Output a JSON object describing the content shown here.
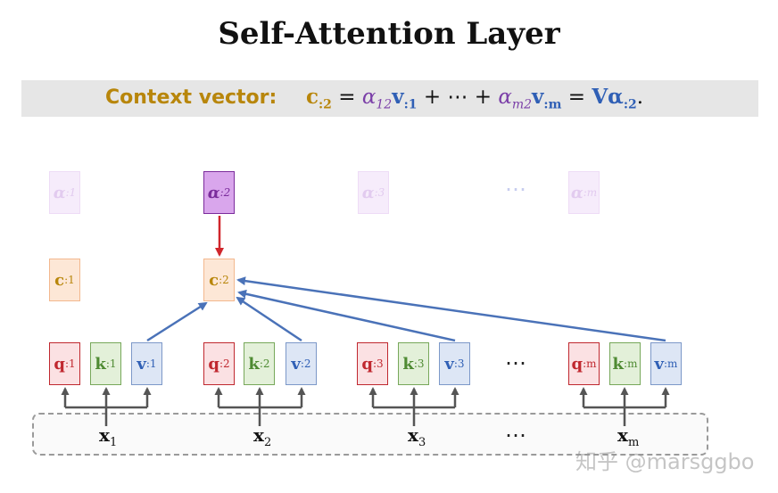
{
  "title": "Self-Attention Layer",
  "banner": {
    "label": "Context vector:",
    "equation": {
      "lhs": "c",
      "lhs_sub": ":2",
      "eq1": " = ",
      "a1": "α",
      "a1_sub": "12",
      "v1": "v",
      "v1_sub": ":1",
      "plus": " + ⋯ + ",
      "a2": "α",
      "a2_sub": "m2",
      "v2": "v",
      "v2_sub": ":m",
      "eq2": " = ",
      "V": "Vα",
      "V_sub": ":2",
      "period": "."
    }
  },
  "alpha_row": [
    {
      "sym": "α",
      "sub": ":1"
    },
    {
      "sym": "α",
      "sub": ":2"
    },
    {
      "sym": "α",
      "sub": ":3"
    },
    {
      "sym": "α",
      "sub": ":m"
    }
  ],
  "context_row": [
    {
      "sym": "c",
      "sub": ":1"
    },
    {
      "sym": "c",
      "sub": ":2"
    }
  ],
  "groups": [
    {
      "q": "q",
      "k": "k",
      "v": "v",
      "sub": ":1",
      "x": "x",
      "xsub": "1"
    },
    {
      "q": "q",
      "k": "k",
      "v": "v",
      "sub": ":2",
      "x": "x",
      "xsub": "2"
    },
    {
      "q": "q",
      "k": "k",
      "v": "v",
      "sub": ":3",
      "x": "x",
      "xsub": "3"
    },
    {
      "q": "q",
      "k": "k",
      "v": "v",
      "sub": ":m",
      "x": "x",
      "xsub": "m"
    }
  ],
  "ellipsis": "⋯",
  "watermark": "知乎 @marsggbo",
  "colors": {
    "context": "#b8860b",
    "alpha": "#7b2c9c",
    "query": "#c0282f",
    "key": "#4e8a32",
    "value": "#2f5fb5",
    "arrow_red": "#d0262c",
    "arrow_blue": "#4a72b8"
  }
}
